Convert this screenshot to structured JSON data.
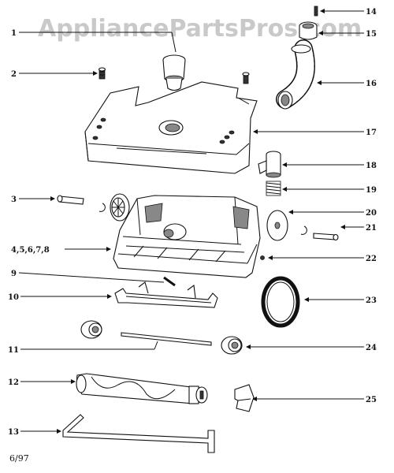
{
  "watermark": "AppliancePartsPros.com",
  "date_code": "6/97",
  "callouts": {
    "c1": "1",
    "c2": "2",
    "c3": "3",
    "c4": "4,5,6,7,8",
    "c9": "9",
    "c10": "10",
    "c11": "11",
    "c12": "12",
    "c13": "13",
    "c14": "14",
    "c15": "15",
    "c16": "16",
    "c17": "17",
    "c18": "18",
    "c19": "19",
    "c20": "20",
    "c21": "21",
    "c22": "22",
    "c23": "23",
    "c24": "24",
    "c25": "25"
  }
}
